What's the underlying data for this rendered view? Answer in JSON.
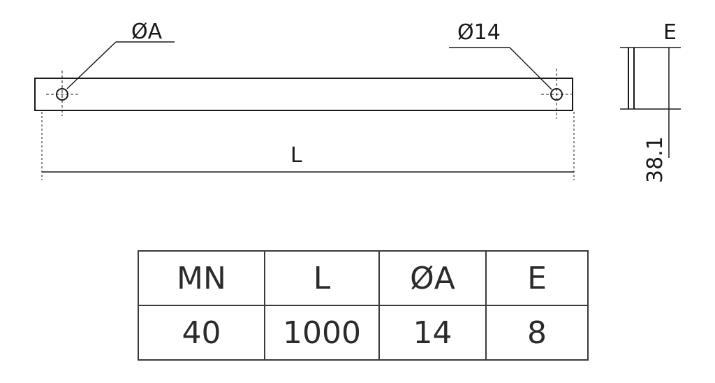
{
  "labels": {
    "hole_left": "ØA",
    "hole_right": "Ø14",
    "length": "L",
    "thickness": "E",
    "width": "38.1"
  },
  "table": {
    "headers": [
      "MN",
      "L",
      "ØA",
      "E"
    ],
    "rows": [
      [
        "40",
        "1000",
        "14",
        "8"
      ]
    ]
  }
}
